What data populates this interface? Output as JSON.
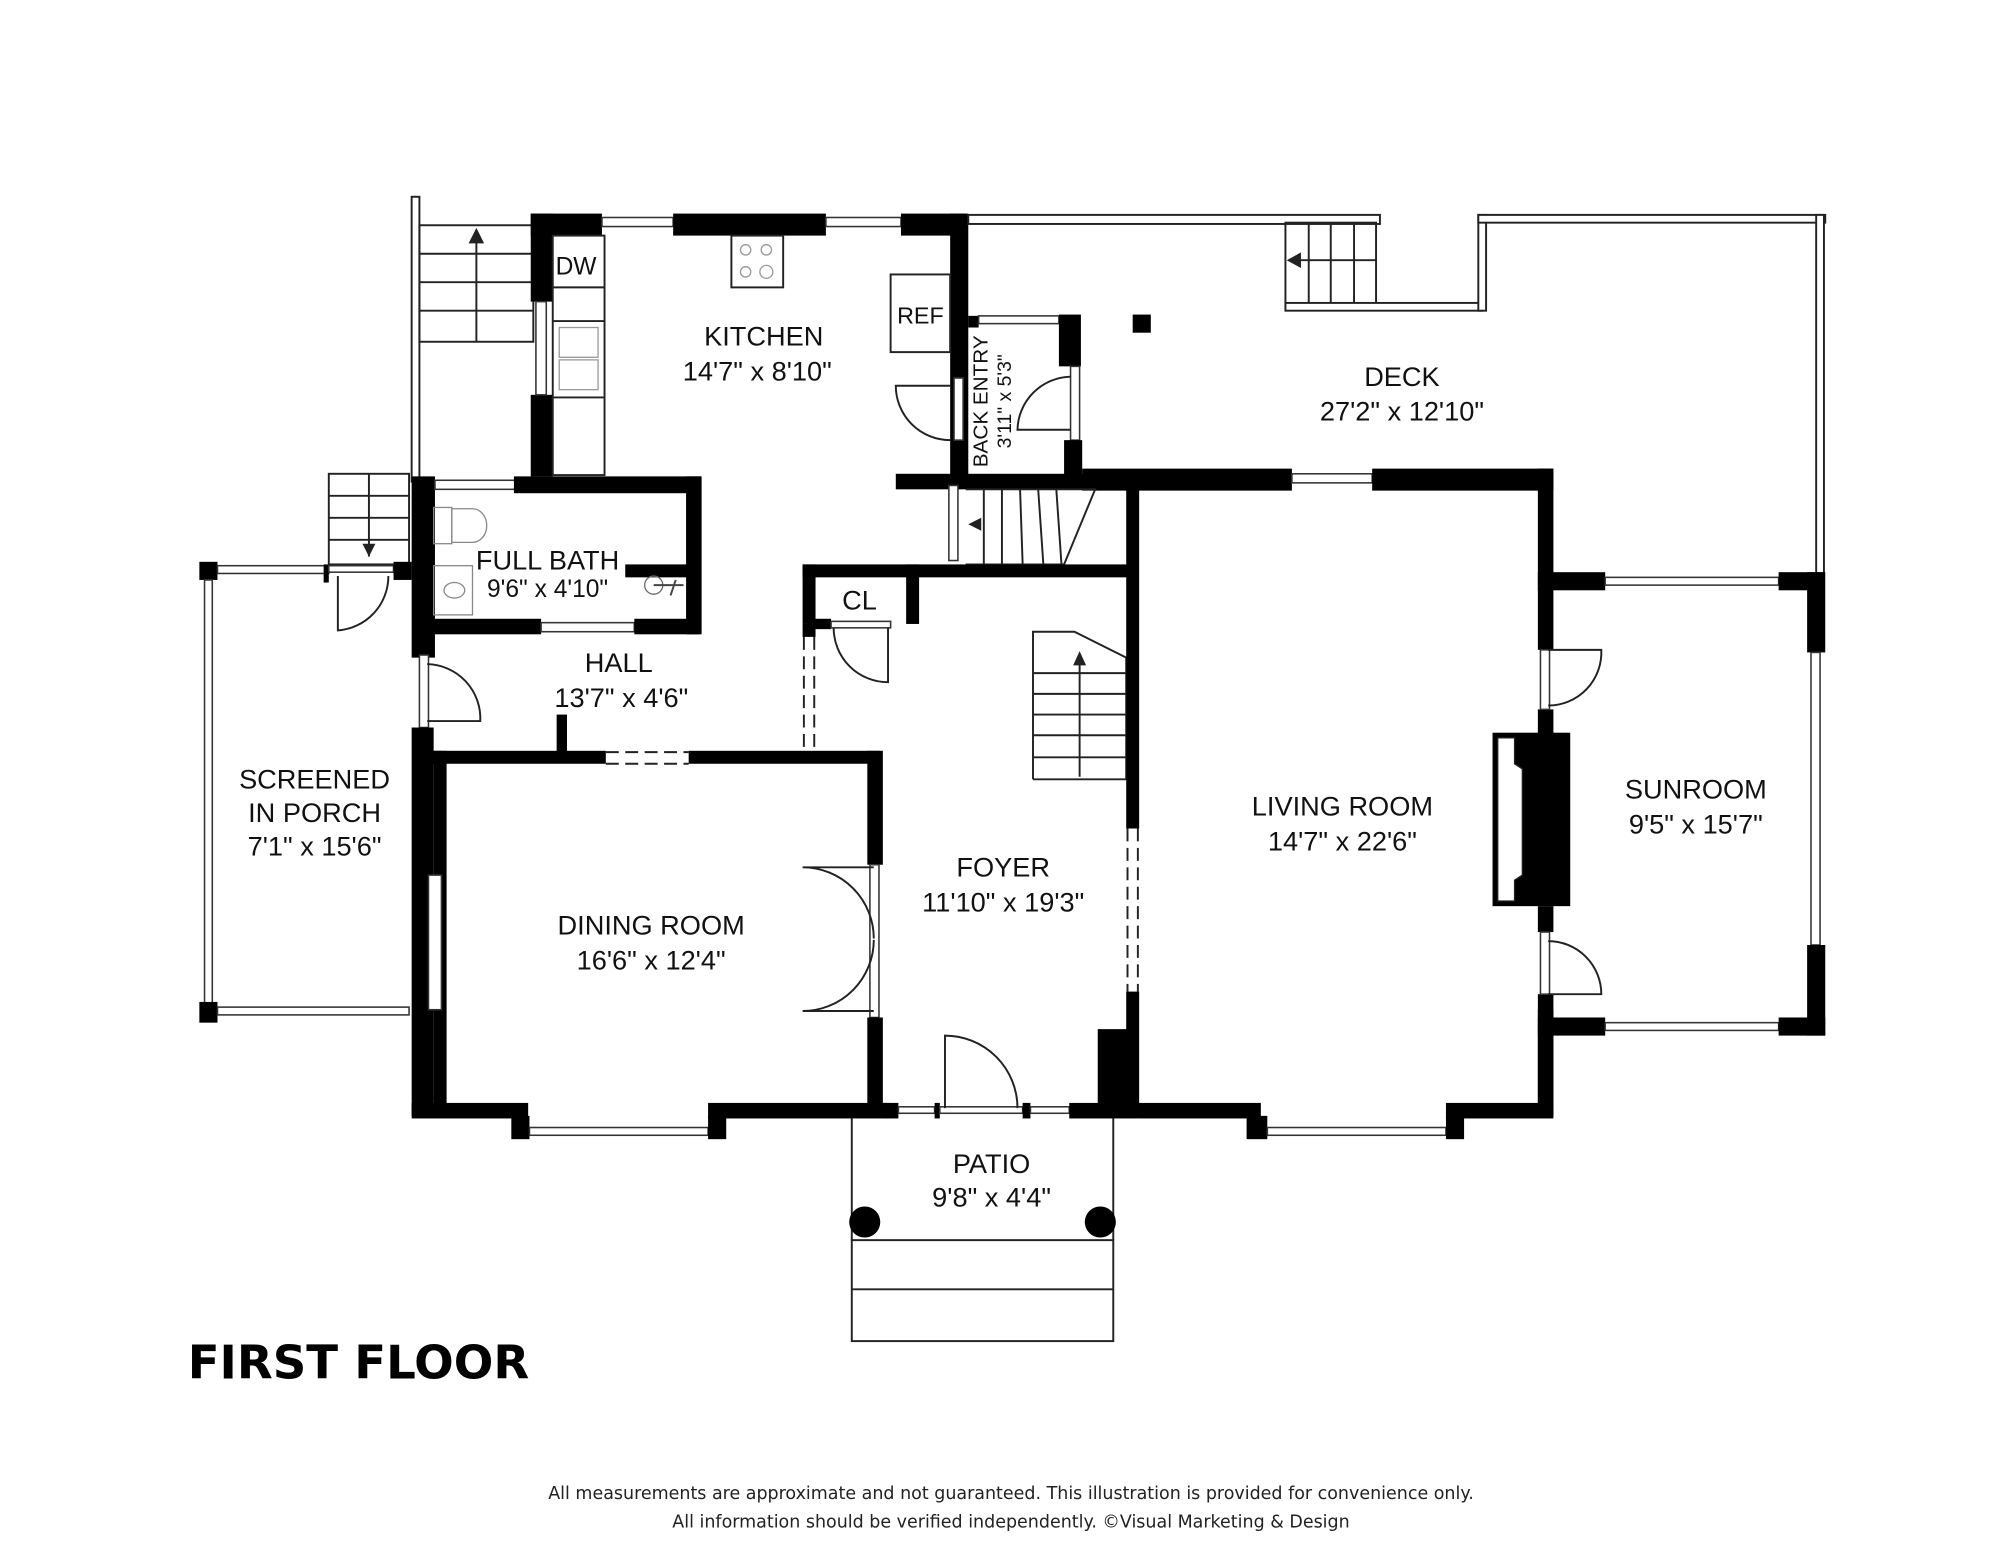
{
  "plan": {
    "title": "FIRST FLOOR",
    "rooms": [
      {
        "name": "KITCHEN",
        "dims": "14'7\" x 8'10\""
      },
      {
        "name": "DECK",
        "dims": "27'2\" x 12'10\""
      },
      {
        "name": "BACK ENTRY",
        "dims": "3'11\" x 5'3\""
      },
      {
        "name": "FULL BATH",
        "dims": "9'6\" x 4'10\""
      },
      {
        "name": "HALL",
        "dims": "13'7\" x 4'6\""
      },
      {
        "name": "CL",
        "dims": ""
      },
      {
        "name": "SCREENED",
        "line2": "IN PORCH",
        "dims": "7'1\" x 15'6\""
      },
      {
        "name": "DINING ROOM",
        "dims": "16'6\" x 12'4\""
      },
      {
        "name": "FOYER",
        "dims": "11'10\" x 19'3\""
      },
      {
        "name": "LIVING ROOM",
        "dims": "14'7\" x 22'6\""
      },
      {
        "name": "SUNROOM",
        "dims": "9'5\" x 15'7\""
      },
      {
        "name": "PATIO",
        "dims": "9'8\" x 4'4\""
      }
    ],
    "fixtures": {
      "dishwasher": "DW",
      "refrigerator": "REF"
    }
  },
  "footer": {
    "line1": "All measurements are approximate and not guaranteed. This illustration is provided for convenience only.",
    "line2": "All information should be verified independently. ©Visual Marketing & Design"
  }
}
